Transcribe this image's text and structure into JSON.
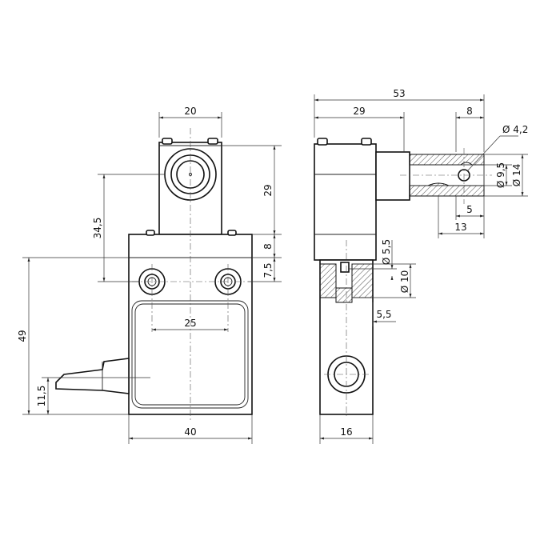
{
  "front_view": {
    "width_top": "20",
    "height_top": "29",
    "height_offset": "34,5",
    "height_mid": "8",
    "height_small": "7,5",
    "hole_spacing": "25",
    "total_height": "49",
    "cable_height": "11,5",
    "width_base": "40"
  },
  "side_view": {
    "total_width": "53",
    "body_width": "29",
    "shaft_offset": "8",
    "hole_dia": "Ø 4,2",
    "inner_dia": "Ø 9,5",
    "outer_dia": "Ø 14",
    "groove_width": "5",
    "shaft_length": "13",
    "screw_dia": "Ø 5,5",
    "counterbore_dia": "Ø 10",
    "counterbore_depth": "5,5",
    "base_width": "16"
  }
}
